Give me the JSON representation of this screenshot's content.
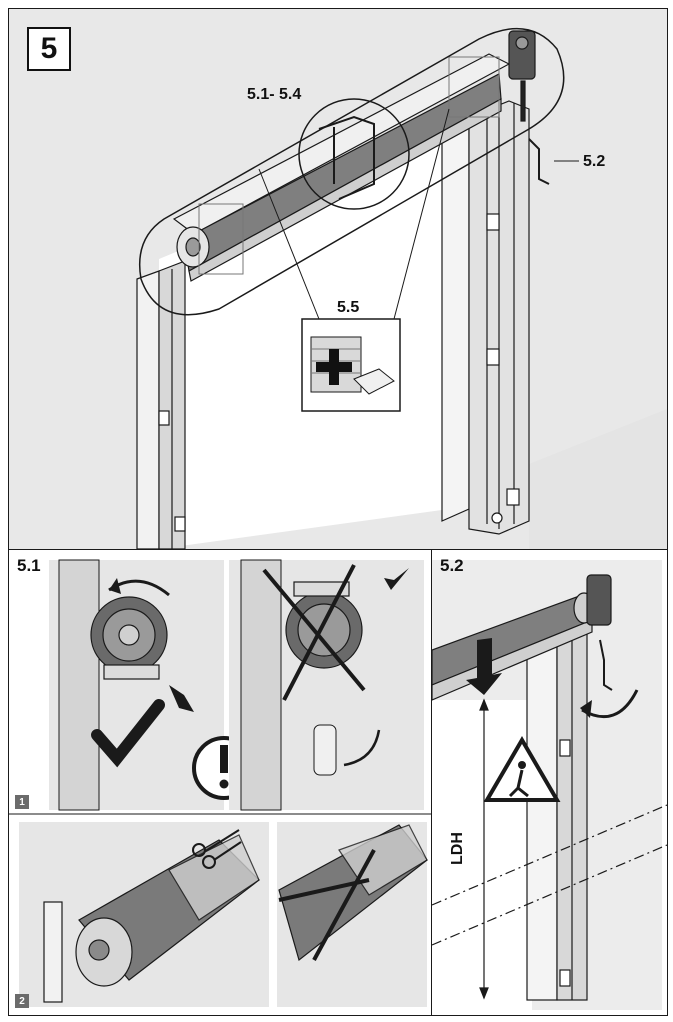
{
  "main": {
    "step_number": "5",
    "callout_range": "5.1- 5.4",
    "callout_crank": "5.2",
    "callout_accessories": "5.5"
  },
  "panel_5_1": {
    "title": "5.1",
    "sub_1": "1",
    "sub_2": "2"
  },
  "panel_5_2": {
    "title": "5.2",
    "dimension_label": "LDH"
  },
  "colors": {
    "wall": "#e6e6e6",
    "shaft": "#8a8a8a",
    "line": "#1a1a1a",
    "panel_bg": "#ffffff"
  },
  "icons": [
    "check-icon",
    "cross-icon",
    "exclamation-icon",
    "warning-triangle-icon",
    "scissors-icon",
    "rotate-arrow-icon"
  ]
}
